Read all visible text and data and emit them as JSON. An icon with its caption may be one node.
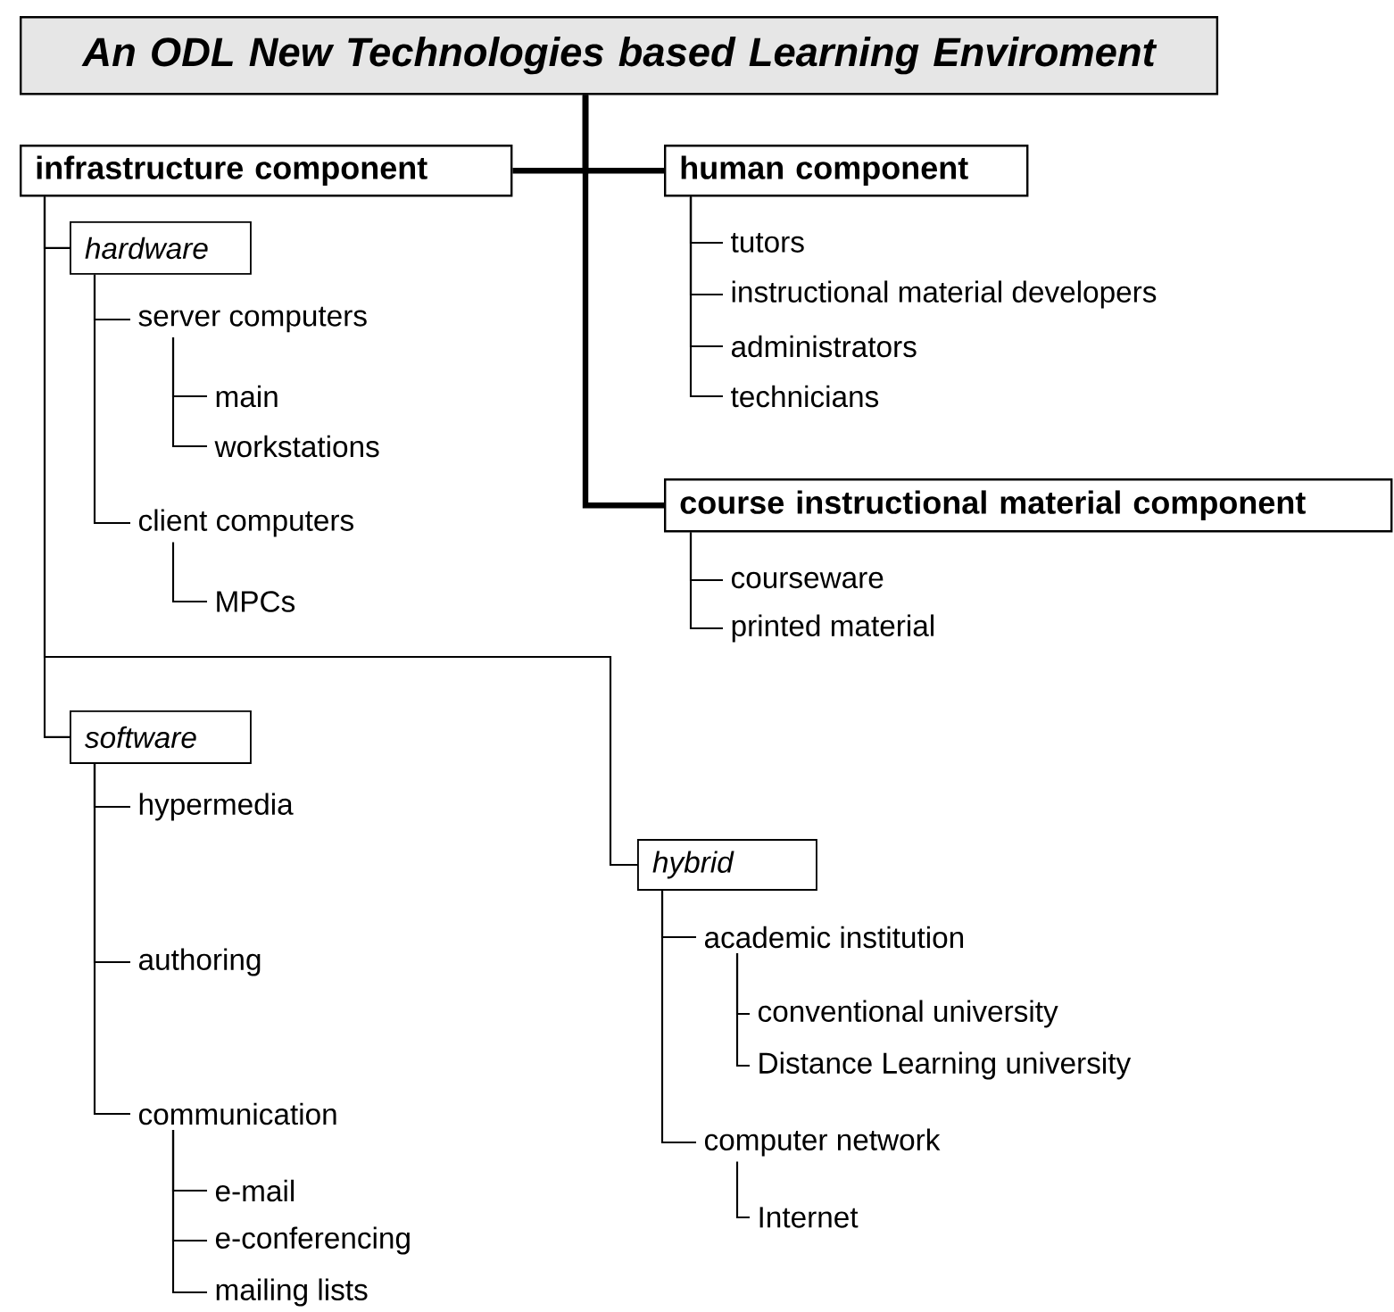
{
  "diagram": {
    "nodes": [
      {
        "text": [
          "An ODL New Technologies based Learning Enviroment"
        ]
      },
      {
        "text": [
          "infrastructure component"
        ]
      },
      {
        "text": [
          "human component"
        ]
      },
      {
        "text": [
          "tutors"
        ]
      },
      {
        "text": [
          "instructional material developers"
        ]
      },
      {
        "text": [
          "administrators"
        ]
      },
      {
        "text": [
          "technicians"
        ]
      },
      {
        "text": [
          "course instructional material component"
        ]
      },
      {
        "text": [
          "courseware"
        ]
      },
      {
        "text": [
          "printed material"
        ]
      },
      {
        "text": [
          "hardware"
        ]
      },
      {
        "text": [
          "server computers"
        ]
      },
      {
        "text": [
          "main"
        ]
      },
      {
        "text": [
          "workstations"
        ]
      },
      {
        "text": [
          "client computers"
        ]
      },
      {
        "text": [
          "MPCs"
        ]
      },
      {
        "text": [
          "software"
        ]
      },
      {
        "text": [
          "hypermedia"
        ]
      },
      {
        "text": [
          "authoring"
        ]
      },
      {
        "text": [
          "communication"
        ]
      },
      {
        "text": [
          "e-mail"
        ]
      },
      {
        "text": [
          "e-conferencing"
        ]
      },
      {
        "text": [
          "mailing lists"
        ]
      },
      {
        "text": [
          "hybrid"
        ]
      },
      {
        "text": [
          "academic institution"
        ]
      },
      {
        "text": [
          "conventional university"
        ]
      },
      {
        "text": [
          "Distance Learning university"
        ]
      },
      {
        "text": [
          "computer network"
        ]
      },
      {
        "text": [
          "Internet"
        ]
      }
    ],
    "edges": [
      {
        "from": 0,
        "to": 1,
        "arrow": "none",
        "style": "thick"
      },
      {
        "from": 0,
        "to": 2,
        "arrow": "none",
        "style": "thick"
      },
      {
        "from": 0,
        "to": 7,
        "arrow": "none",
        "style": "thick"
      },
      {
        "from": 2,
        "to": 3,
        "arrow": "none"
      },
      {
        "from": 2,
        "to": 4,
        "arrow": "none"
      },
      {
        "from": 2,
        "to": 5,
        "arrow": "none"
      },
      {
        "from": 2,
        "to": 6,
        "arrow": "none"
      },
      {
        "from": 7,
        "to": 8,
        "arrow": "none"
      },
      {
        "from": 7,
        "to": 9,
        "arrow": "none"
      },
      {
        "from": 1,
        "to": 10,
        "arrow": "none"
      },
      {
        "from": 10,
        "to": 11,
        "arrow": "none"
      },
      {
        "from": 11,
        "to": 12,
        "arrow": "none"
      },
      {
        "from": 11,
        "to": 13,
        "arrow": "none"
      },
      {
        "from": 10,
        "to": 14,
        "arrow": "none"
      },
      {
        "from": 14,
        "to": 15,
        "arrow": "none"
      },
      {
        "from": 1,
        "to": 16,
        "arrow": "none"
      },
      {
        "from": 16,
        "to": 17,
        "arrow": "none"
      },
      {
        "from": 16,
        "to": 18,
        "arrow": "none"
      },
      {
        "from": 16,
        "to": 19,
        "arrow": "none"
      },
      {
        "from": 19,
        "to": 20,
        "arrow": "none"
      },
      {
        "from": 19,
        "to": 21,
        "arrow": "none"
      },
      {
        "from": 19,
        "to": 22,
        "arrow": "none"
      },
      {
        "from": 1,
        "to": 23,
        "arrow": "none"
      },
      {
        "from": 23,
        "to": 24,
        "arrow": "none"
      },
      {
        "from": 24,
        "to": 25,
        "arrow": "none"
      },
      {
        "from": 24,
        "to": 26,
        "arrow": "none"
      },
      {
        "from": 23,
        "to": 27,
        "arrow": "none"
      },
      {
        "from": 27,
        "to": 28,
        "arrow": "none"
      }
    ]
  }
}
